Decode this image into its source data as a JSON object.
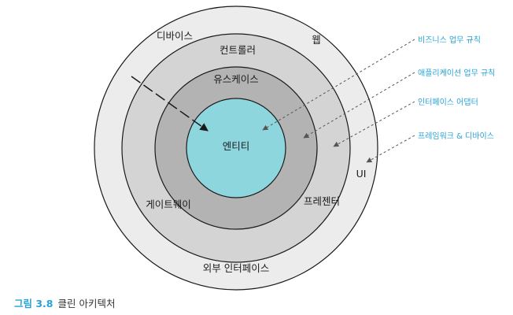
{
  "rings": {
    "outer_top_left": "디바이스",
    "outer_top_right": "웹",
    "outer_right": "UI",
    "outer_bottom": "외부 인터페이스",
    "adapters_top": "컨트롤러",
    "adapters_left": "게이트웨이",
    "adapters_right": "프레젠터",
    "usecases": "유스케이스",
    "entities": "엔티티"
  },
  "layers": [
    "비즈니스 업무 규칙",
    "애플리케이션 업무 규칙",
    "인터페이스 어댑터",
    "프레임워크 & 디바이스"
  ],
  "caption": {
    "number": "그림 3.8",
    "title": "클린 아키텍처"
  },
  "colors": {
    "outer_ring": "#ececec",
    "adapters_ring": "#d4d4d4",
    "usecases_ring": "#b3b3b3",
    "entities_core": "#8dd6de",
    "accent": "#29a3d6",
    "stroke": "#1a1a1a"
  }
}
